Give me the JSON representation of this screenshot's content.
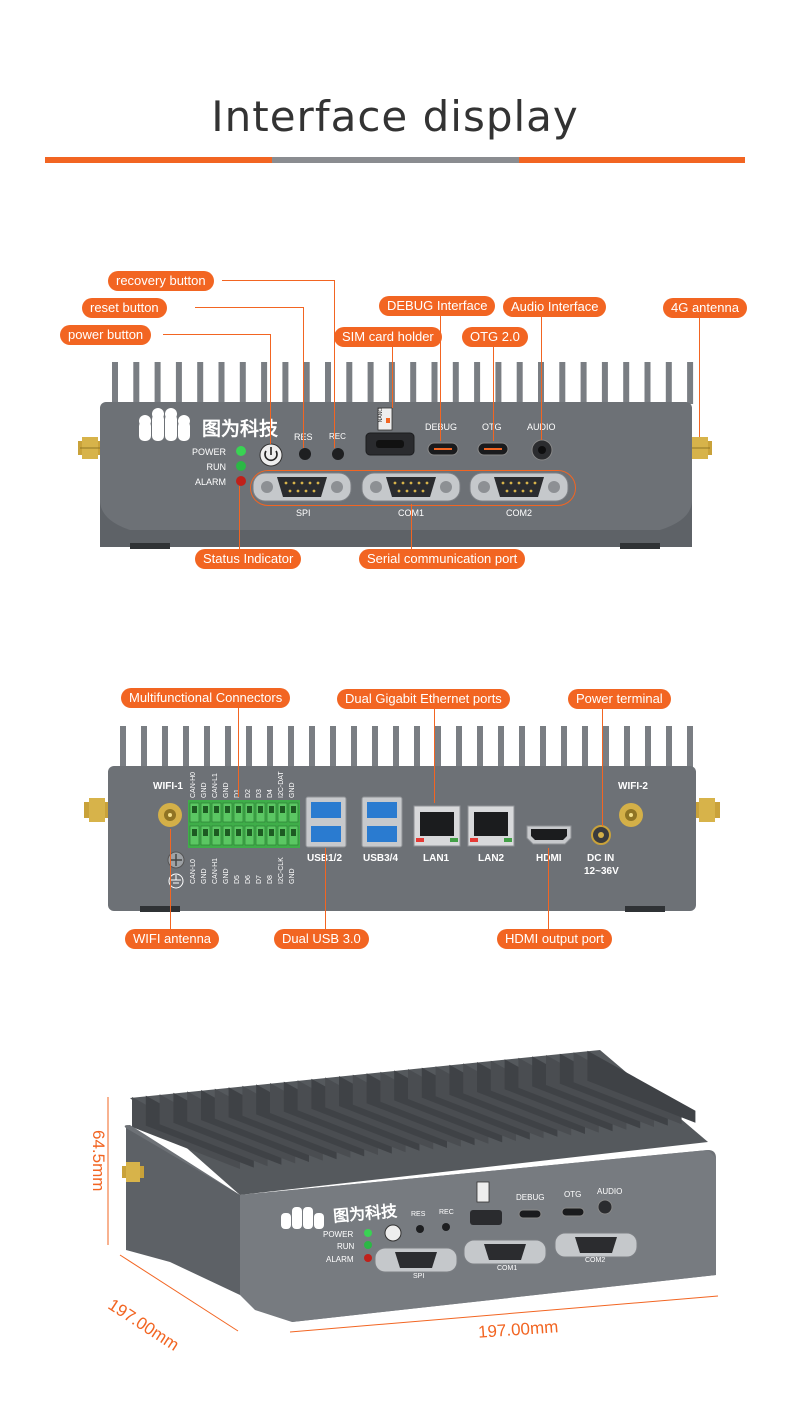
{
  "page": {
    "title": "Interface display"
  },
  "colors": {
    "accent": "#f26522",
    "divider_mid": "#8a8c90",
    "chassis": "#6d7176",
    "chassis_dark": "#4e5256",
    "fin": "#7a7e83"
  },
  "front_panel": {
    "brand": "图为科技",
    "led_labels": [
      "POWER",
      "RUN",
      "ALARM"
    ],
    "button_labels": {
      "res": "RES",
      "rec": "REC"
    },
    "port_labels": {
      "debug": "DEBUG",
      "otg": "OTG",
      "audio": "AUDIO",
      "spi": "SPI",
      "com1": "COM1",
      "com2": "COM2",
      "nano": "NANO"
    },
    "callouts": {
      "recovery": "recovery button",
      "reset": "reset button",
      "power": "power button",
      "sim": "SIM card holder",
      "debug": "DEBUG Interface",
      "otg": "OTG 2.0",
      "audio": "Audio Interface",
      "antenna4g": "4G antenna",
      "status": "Status Indicator",
      "serial": "Serial communication port"
    }
  },
  "rear_panel": {
    "wifi1": "WIFI-1",
    "wifi2": "WIFI-2",
    "terminal_top": [
      "CAN-H0",
      "GND",
      "CAN-L1",
      "GND",
      "D1",
      "D2",
      "D3",
      "D4",
      "I2C-DAT",
      "GND"
    ],
    "terminal_bottom": [
      "CAN-L0",
      "GND",
      "CAN-H1",
      "GND",
      "D5",
      "D6",
      "D7",
      "D8",
      "I2C-CLK",
      "GND"
    ],
    "port_labels": {
      "usb12": "USB1/2",
      "usb34": "USB3/4",
      "lan1": "LAN1",
      "lan2": "LAN2",
      "hdmi": "HDMI",
      "dcin": "DC IN",
      "dcin_range": "12~36V"
    },
    "callouts": {
      "multi": "Multifunctional Connectors",
      "ethernet": "Dual Gigabit Ethernet ports",
      "power_terminal": "Power terminal",
      "wifi_antenna": "WIFI antenna",
      "usb": "Dual USB 3.0",
      "hdmi": "HDMI output port"
    }
  },
  "dimensions": {
    "height": "64.5mm",
    "depth": "197.00mm",
    "width": "197.00mm"
  }
}
